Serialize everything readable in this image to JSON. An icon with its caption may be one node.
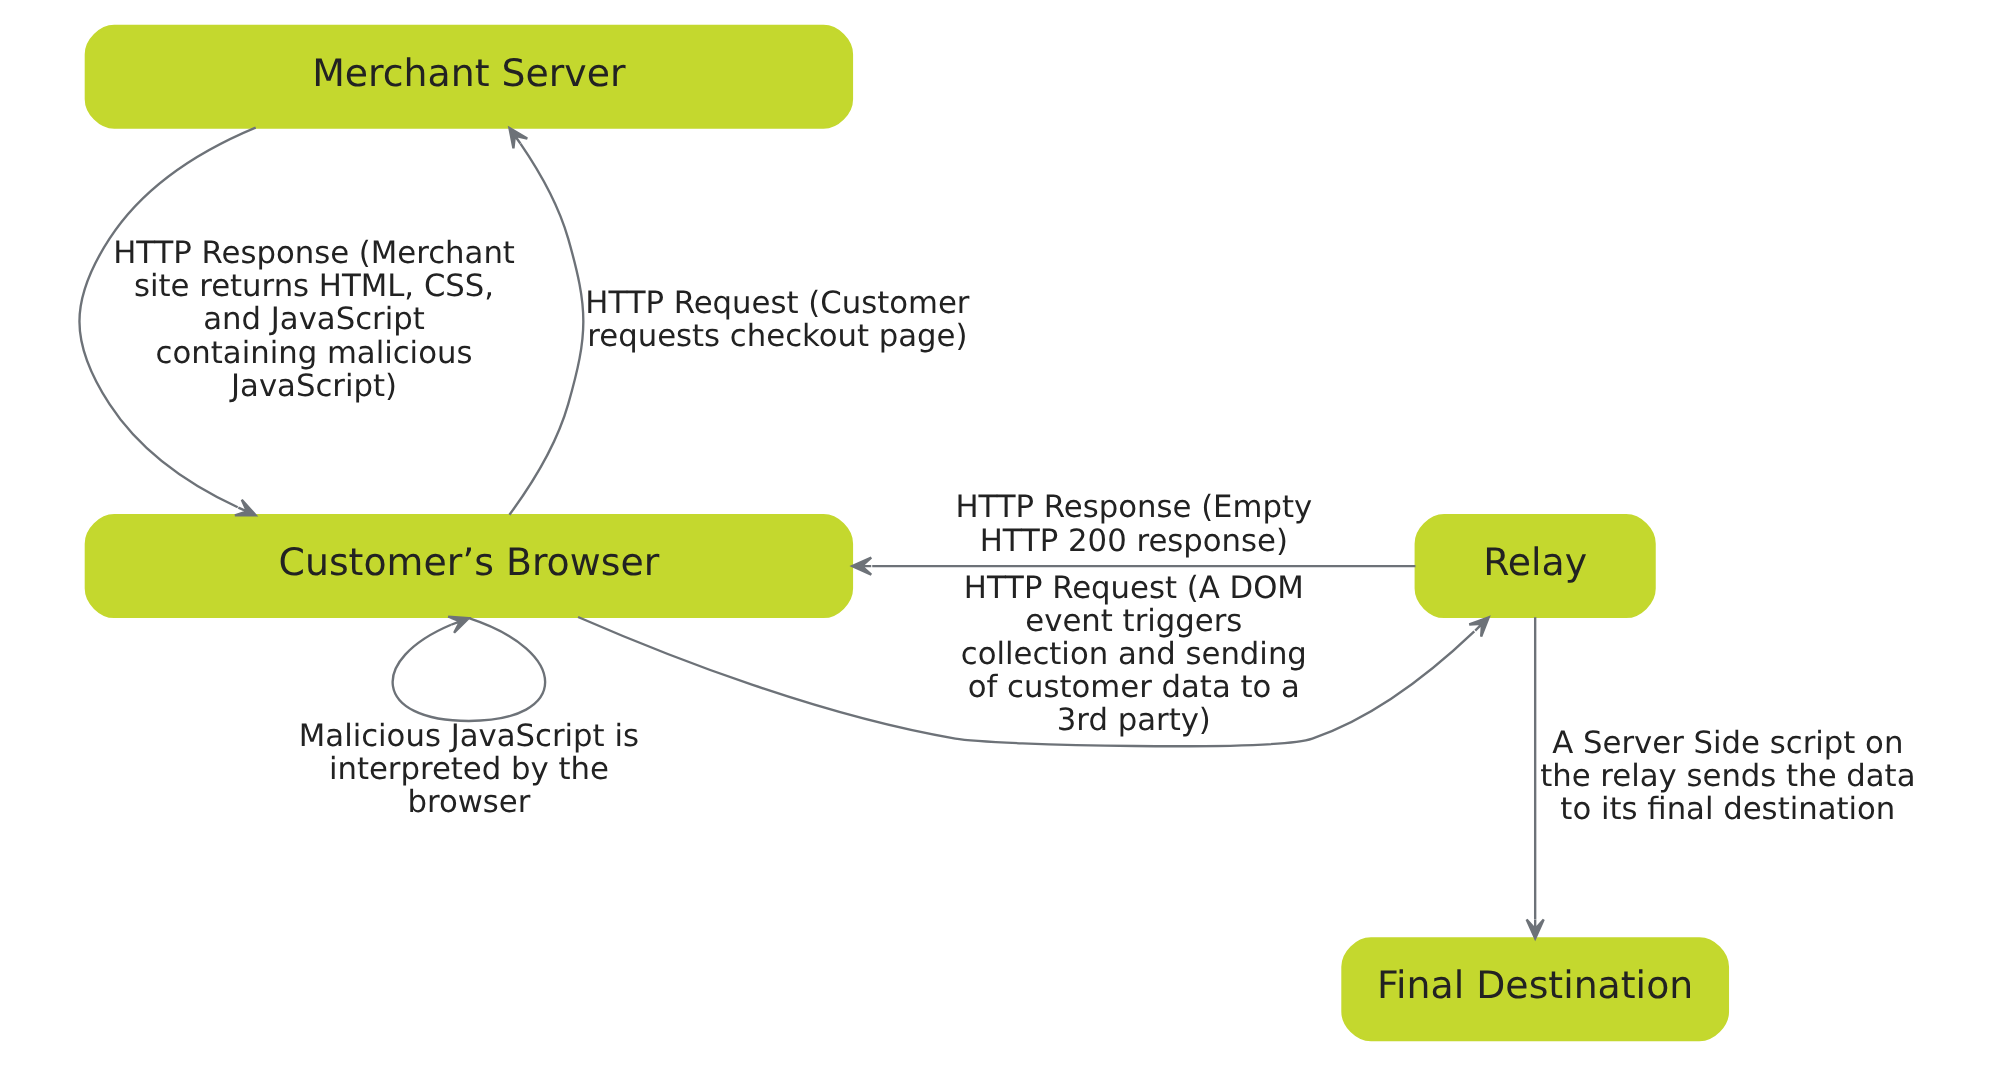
{
  "diagram": {
    "nodes": [
      {
        "text": [
          "Merchant Server"
        ]
      },
      {
        "text": [
          "Customer’s Browser"
        ]
      },
      {
        "text": [
          "Relay"
        ]
      },
      {
        "text": [
          "Final Destination"
        ]
      }
    ],
    "edges": [
      {
        "from": 1,
        "to": 0,
        "arrow": "to",
        "label": "HTTP Request (Customer requests checkout page)"
      },
      {
        "from": 0,
        "to": 1,
        "arrow": "to",
        "label": "HTTP Response (Merchant site returns HTML, CSS, and JavaScript containing malicious JavaScript)"
      },
      {
        "from": 1,
        "to": 1,
        "arrow": "to",
        "label": "Malicious JavaScript is interpreted by the browser"
      },
      {
        "from": 1,
        "to": 2,
        "arrow": "to",
        "label": "HTTP Request (A DOM event triggers collection and sending of customer data to a 3rd party)"
      },
      {
        "from": 2,
        "to": 1,
        "arrow": "to",
        "label": "HTTP Response (Empty HTTP 200 response)"
      },
      {
        "from": 2,
        "to": 3,
        "arrow": "to",
        "label": "A Server Side script on the relay sends the data to its final destination"
      }
    ]
  }
}
